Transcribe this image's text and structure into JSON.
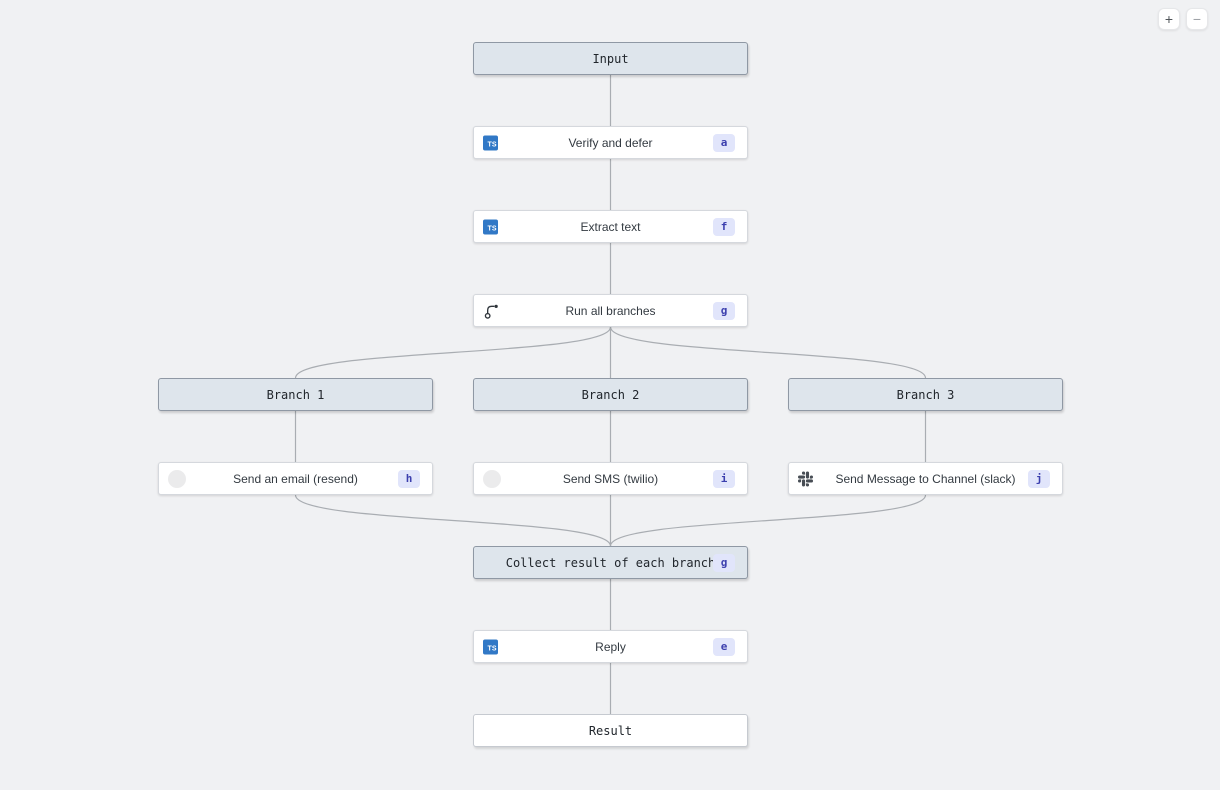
{
  "controls": {
    "zoom_in": "+",
    "zoom_out": "−"
  },
  "icons": {
    "typescript_label": "TS"
  },
  "colors": {
    "canvas_bg": "#f0f1f3",
    "io_node_bg": "#dee5ec",
    "io_node_border": "#8f98a4",
    "task_node_bg": "#ffffff",
    "task_node_border": "#d5d8dd",
    "badge_bg": "#e1e5fb",
    "badge_text": "#3c3fae",
    "edge": "#a9adb2",
    "typescript_icon_bg": "#3178c6"
  },
  "nodes": [
    {
      "id": "input",
      "label": "Input"
    },
    {
      "id": "verify-and-defer",
      "label": "Verify and defer",
      "badge": "a",
      "icon": "typescript-icon"
    },
    {
      "id": "extract-text",
      "label": "Extract text",
      "badge": "f",
      "icon": "typescript-icon"
    },
    {
      "id": "run-all-branches",
      "label": "Run all branches",
      "badge": "g",
      "icon": "branch-icon"
    },
    {
      "id": "branch-1",
      "label": "Branch 1"
    },
    {
      "id": "branch-2",
      "label": "Branch 2"
    },
    {
      "id": "branch-3",
      "label": "Branch 3"
    },
    {
      "id": "send-email",
      "label": "Send an email (resend)",
      "badge": "h",
      "icon": "resend-icon"
    },
    {
      "id": "send-sms",
      "label": "Send SMS (twilio)",
      "badge": "i",
      "icon": "twilio-icon"
    },
    {
      "id": "send-slack",
      "label": "Send Message to Channel (slack)",
      "badge": "j",
      "icon": "slack-icon"
    },
    {
      "id": "collect-result",
      "label": "Collect result of each branch",
      "badge": "g"
    },
    {
      "id": "reply",
      "label": "Reply",
      "badge": "e",
      "icon": "typescript-icon"
    },
    {
      "id": "result",
      "label": "Result"
    }
  ]
}
